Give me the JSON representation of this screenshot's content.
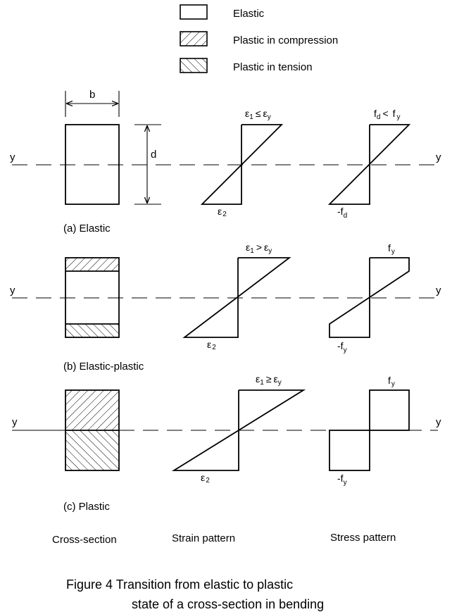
{
  "legend": {
    "elastic": "Elastic",
    "plastic_compression": "Plastic in compression",
    "plastic_tension": "Plastic in tension"
  },
  "dims": {
    "width": "b",
    "depth": "d"
  },
  "axis_label": "y",
  "symbols": {
    "eps": "ε",
    "leq": "≤",
    "geq": "≥",
    "gt": ">",
    "lt": "<",
    "f": "f",
    "neg_f": "-f",
    "sub_1": "1",
    "sub_2": "2",
    "sub_y": "y",
    "sub_d": "d"
  },
  "rows": [
    {
      "label": "(a)  Elastic"
    },
    {
      "label": "(b)  Elastic-plastic"
    },
    {
      "label": "(c)  Plastic"
    }
  ],
  "columns": {
    "cross_section": "Cross-section",
    "strain": "Strain pattern",
    "stress": "Stress pattern"
  },
  "caption": {
    "line1": "Figure 4  Transition from elastic to plastic",
    "line2": "state of a cross-section in bending"
  }
}
